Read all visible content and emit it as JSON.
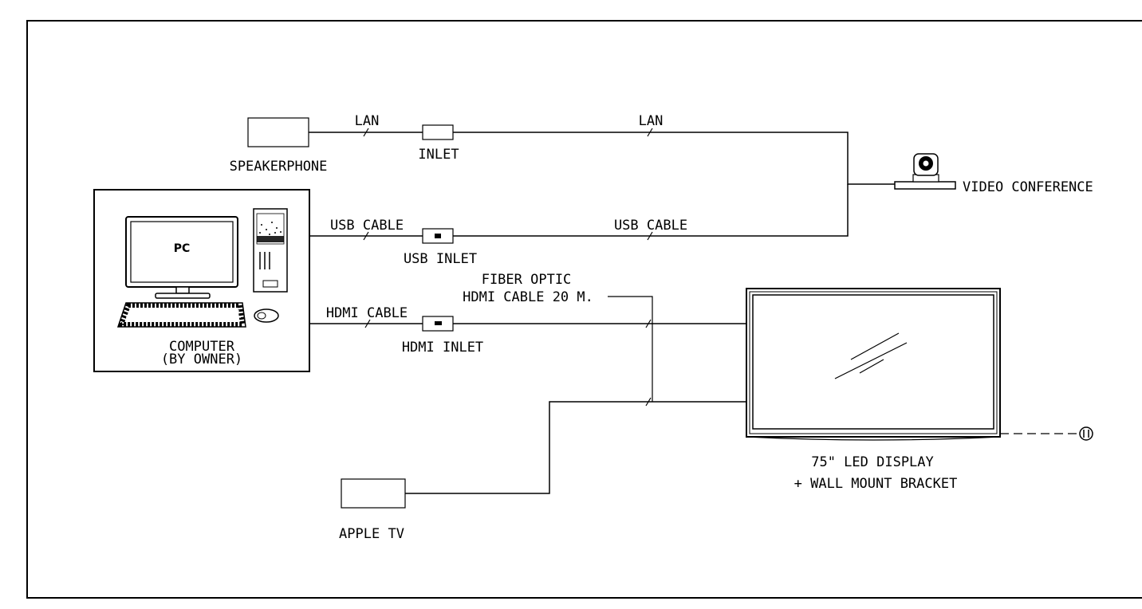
{
  "devices": {
    "speakerphone": "SPEAKERPHONE",
    "inlet": "INLET",
    "video_conference": "VIDEO CONFERENCE",
    "pc_screen": "PC",
    "computer_line1": "COMPUTER",
    "computer_line2": "(BY OWNER)",
    "usb_inlet": "USB INLET",
    "hdmi_inlet": "HDMI INLET",
    "apple_tv": "APPLE TV",
    "display_line1": "75\" LED DISPLAY",
    "display_line2": "+ WALL MOUNT BRACKET"
  },
  "cables": {
    "lan_1": "LAN",
    "lan_2": "LAN",
    "usb_1": "USB CABLE",
    "usb_2": "USB CABLE",
    "hdmi_1": "HDMI CABLE",
    "fiber_line1": "FIBER OPTIC",
    "fiber_line2": "HDMI CABLE 20 M."
  },
  "colors": {
    "line": "#000000",
    "background": "#ffffff"
  }
}
